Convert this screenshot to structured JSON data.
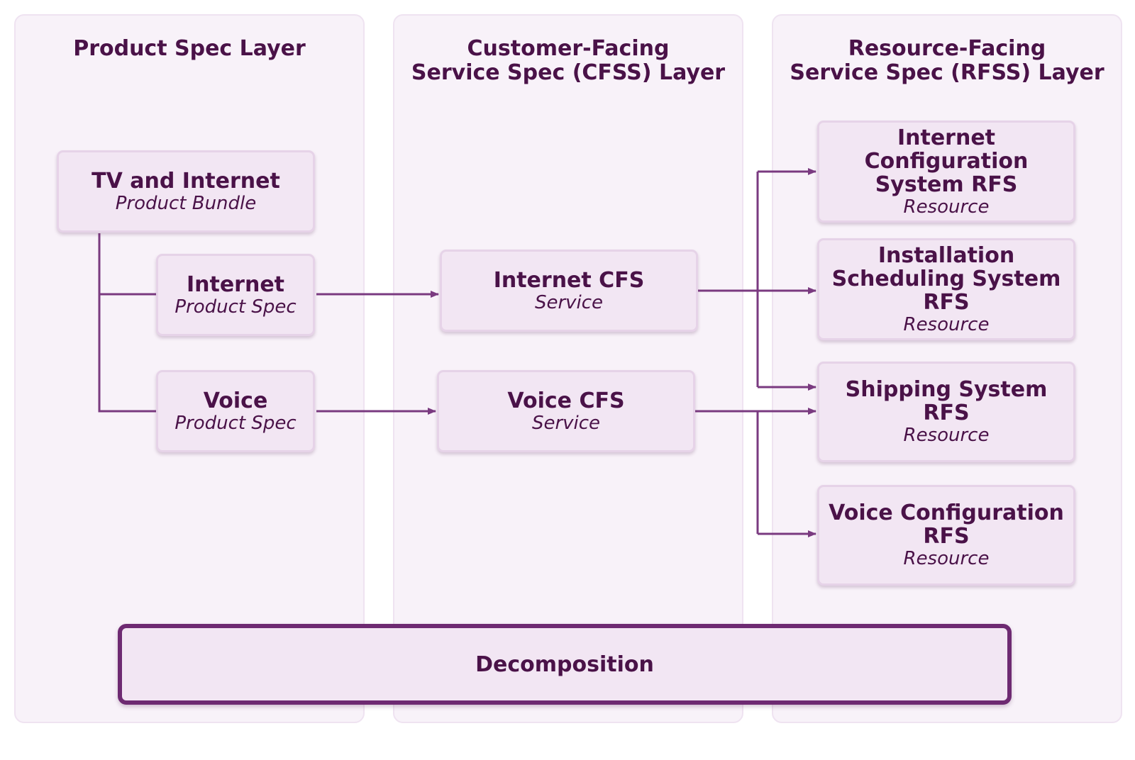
{
  "layers": {
    "product": {
      "title": "Product Spec Layer"
    },
    "cfss": {
      "title_line1": "Customer-Facing",
      "title_line2": "Service Spec (CFSS) Layer"
    },
    "rfss": {
      "title_line1": "Resource-Facing",
      "title_line2": "Service Spec (RFSS) Layer"
    }
  },
  "nodes": {
    "tv_internet": {
      "title": "TV and Internet",
      "type": "Product Bundle"
    },
    "internet_spec": {
      "title": "Internet",
      "type": "Product Spec"
    },
    "voice_spec": {
      "title": "Voice",
      "type": "Product Spec"
    },
    "internet_cfs": {
      "title": "Internet CFS",
      "type": "Service"
    },
    "voice_cfs": {
      "title": "Voice CFS",
      "type": "Service"
    },
    "internet_config_rfs": {
      "title_lines": [
        "Internet",
        "Configuration",
        "System RFS"
      ],
      "type": "Resource"
    },
    "install_sched_rfs": {
      "title_lines": [
        "Installation",
        "Scheduling System",
        "RFS"
      ],
      "type": "Resource"
    },
    "shipping_rfs": {
      "title_lines": [
        "Shipping System",
        "RFS"
      ],
      "type": "Resource"
    },
    "voice_config_rfs": {
      "title_lines": [
        "Voice Configuration",
        "RFS"
      ],
      "type": "Resource"
    }
  },
  "decomposition": {
    "label": "Decomposition"
  },
  "colors": {
    "accent": "#7a3a80",
    "text": "#4a1248",
    "node_fill": "#f2e6f3",
    "column_fill": "#f8f2f9"
  }
}
